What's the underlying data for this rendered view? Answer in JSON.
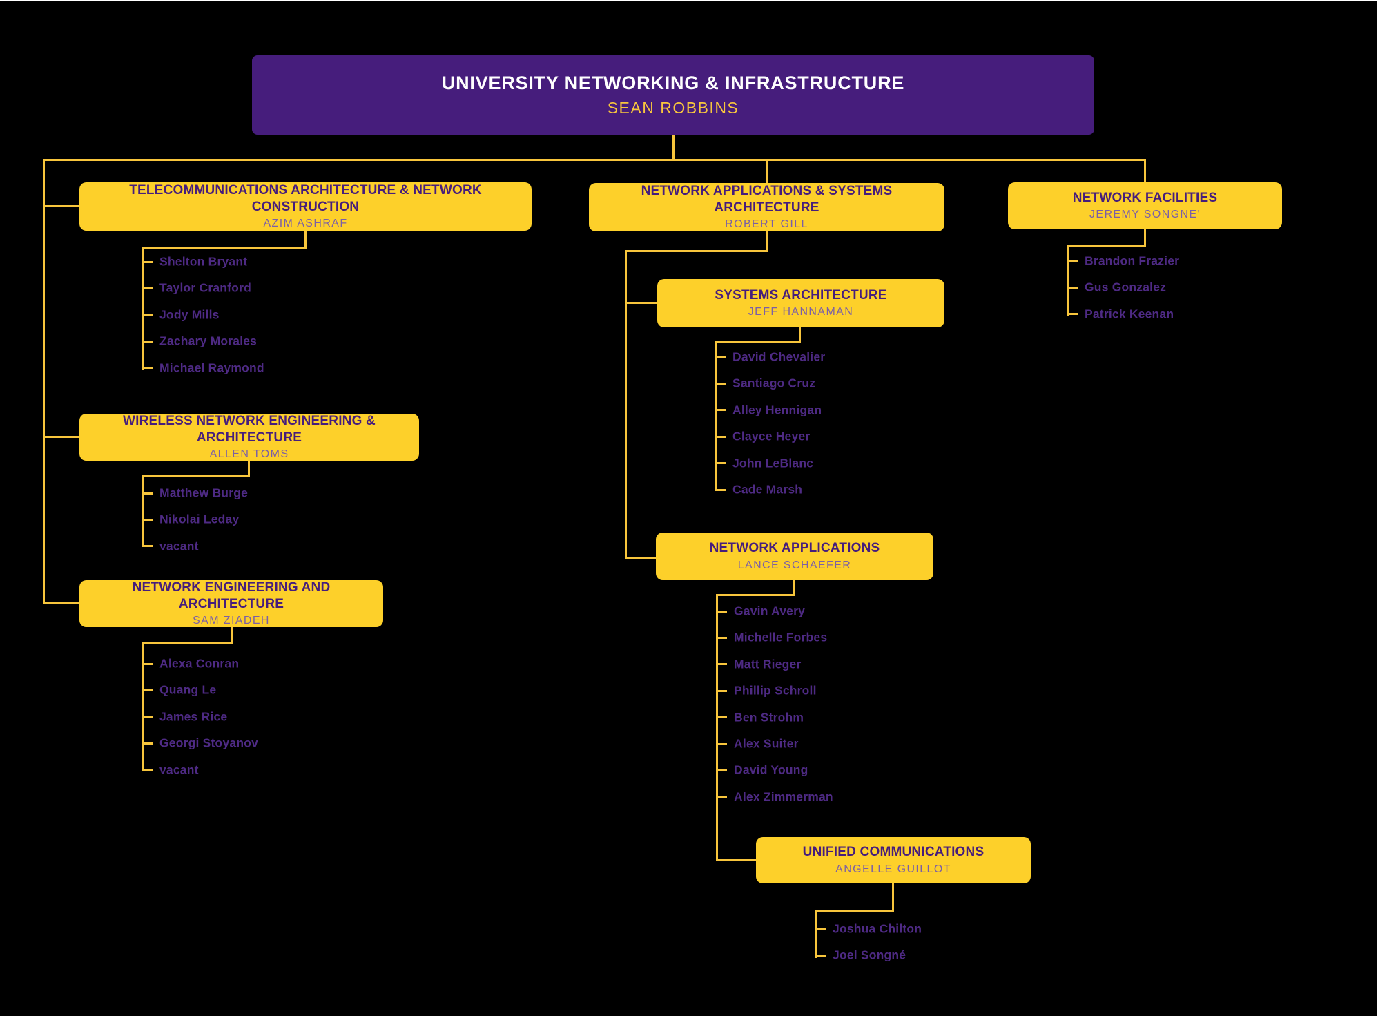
{
  "root": {
    "title": "UNIVERSITY NETWORKING & INFRASTRUCTURE",
    "leader": "SEAN ROBBINS"
  },
  "groups": [
    {
      "id": "telecom",
      "title": "TELECOMMUNICATIONS ARCHITECTURE & NETWORK CONSTRUCTION",
      "leader": "AZIM ASHRAF",
      "members": [
        "Shelton Bryant",
        "Taylor Cranford",
        "Jody Mills",
        "Zachary Morales",
        "Michael Raymond"
      ]
    },
    {
      "id": "wireless",
      "title": "WIRELESS NETWORK ENGINEERING & ARCHITECTURE",
      "leader": "ALLEN TOMS",
      "members": [
        "Matthew Burge",
        "Nikolai Leday",
        "vacant"
      ]
    },
    {
      "id": "neteng",
      "title": "NETWORK ENGINEERING AND ARCHITECTURE",
      "leader": "SAM ZIADEH",
      "members": [
        "Alexa Conran",
        "Quang Le",
        "James Rice",
        "Georgi Stoyanov",
        "vacant"
      ]
    },
    {
      "id": "netapps-sys",
      "title": "NETWORK APPLICATIONS & SYSTEMS ARCHITECTURE",
      "leader": "ROBERT GILL",
      "members": []
    },
    {
      "id": "sysarch",
      "title": "SYSTEMS ARCHITECTURE",
      "leader": "JEFF HANNAMAN",
      "members": [
        "David Chevalier",
        "Santiago Cruz",
        "Alley Hennigan",
        "Clayce Heyer",
        "John LeBlanc",
        "Cade Marsh"
      ]
    },
    {
      "id": "netapps",
      "title": "NETWORK APPLICATIONS",
      "leader": "LANCE SCHAEFER",
      "members": [
        "Gavin Avery",
        "Michelle Forbes",
        "Matt Rieger",
        "Phillip Schroll",
        "Ben Strohm",
        "Alex Suiter",
        "David Young",
        "Alex Zimmerman"
      ]
    },
    {
      "id": "unified",
      "title": "UNIFIED COMMUNICATIONS",
      "leader": "ANGELLE GUILLOT",
      "members": [
        "Joshua Chilton",
        "Joel Songné"
      ]
    },
    {
      "id": "facilities",
      "title": "NETWORK FACILITIES",
      "leader": "JEREMY SONGNE'",
      "members": [
        "Brandon Frazier",
        "Gus Gonzalez",
        "Patrick Keenan"
      ]
    }
  ],
  "colors": {
    "background": "#000000",
    "box_gold": "#FDD02A",
    "line_gold": "#F7C53C",
    "brand_purple": "#461D7C",
    "leader_purple": "#7B5FA7",
    "member_purple": "#4E2A84",
    "root_leader_gold": "#F8C63D",
    "root_title_white": "#FFFFFF"
  }
}
